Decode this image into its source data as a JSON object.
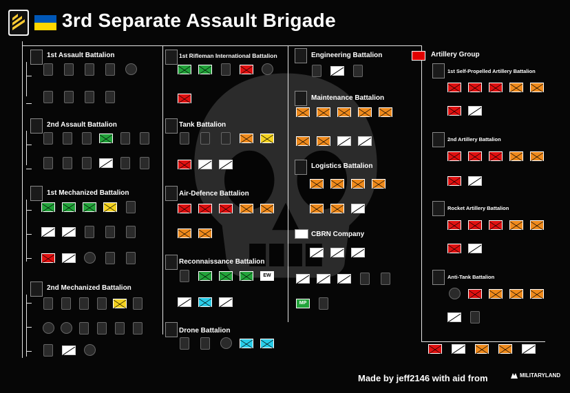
{
  "title": "3rd Separate Assault Brigade",
  "credit": {
    "text": "Made by jeff2146 with aid from",
    "logo": "MILITARYLAND"
  },
  "colors": {
    "green": "#22a33a",
    "yellow": "#f4d21f",
    "orange": "#ef8a1c",
    "red": "#e01010",
    "cyan": "#29cde9"
  },
  "battalions": {
    "b1": "1st Assault Battalion",
    "b2": "2nd Assault Battalion",
    "b3": "1st Mechanized Battalion",
    "b4": "2nd Mechanized Battalion",
    "b5": "1st Rifleman International Battalion",
    "b6": "Tank Battalion",
    "b7": "Air-Defence Battalion",
    "b8": "Reconnaissance Battalion",
    "b9": "Drone Battalion",
    "b10": "Engineering Battalion",
    "b11": "Maintenance Battalion",
    "b12": "Logistics Battalion",
    "b13": "CBRN Company",
    "b14": "Artillery Group",
    "b15": "1st Self-Propelled Artillery Battalion",
    "b16": "2nd Artillery Battalion",
    "b17": "Rocket Artillery Battalion",
    "b18": "Anti-Tank Battalion"
  },
  "symbols": {
    "ew": "EW",
    "mp": "MP"
  }
}
